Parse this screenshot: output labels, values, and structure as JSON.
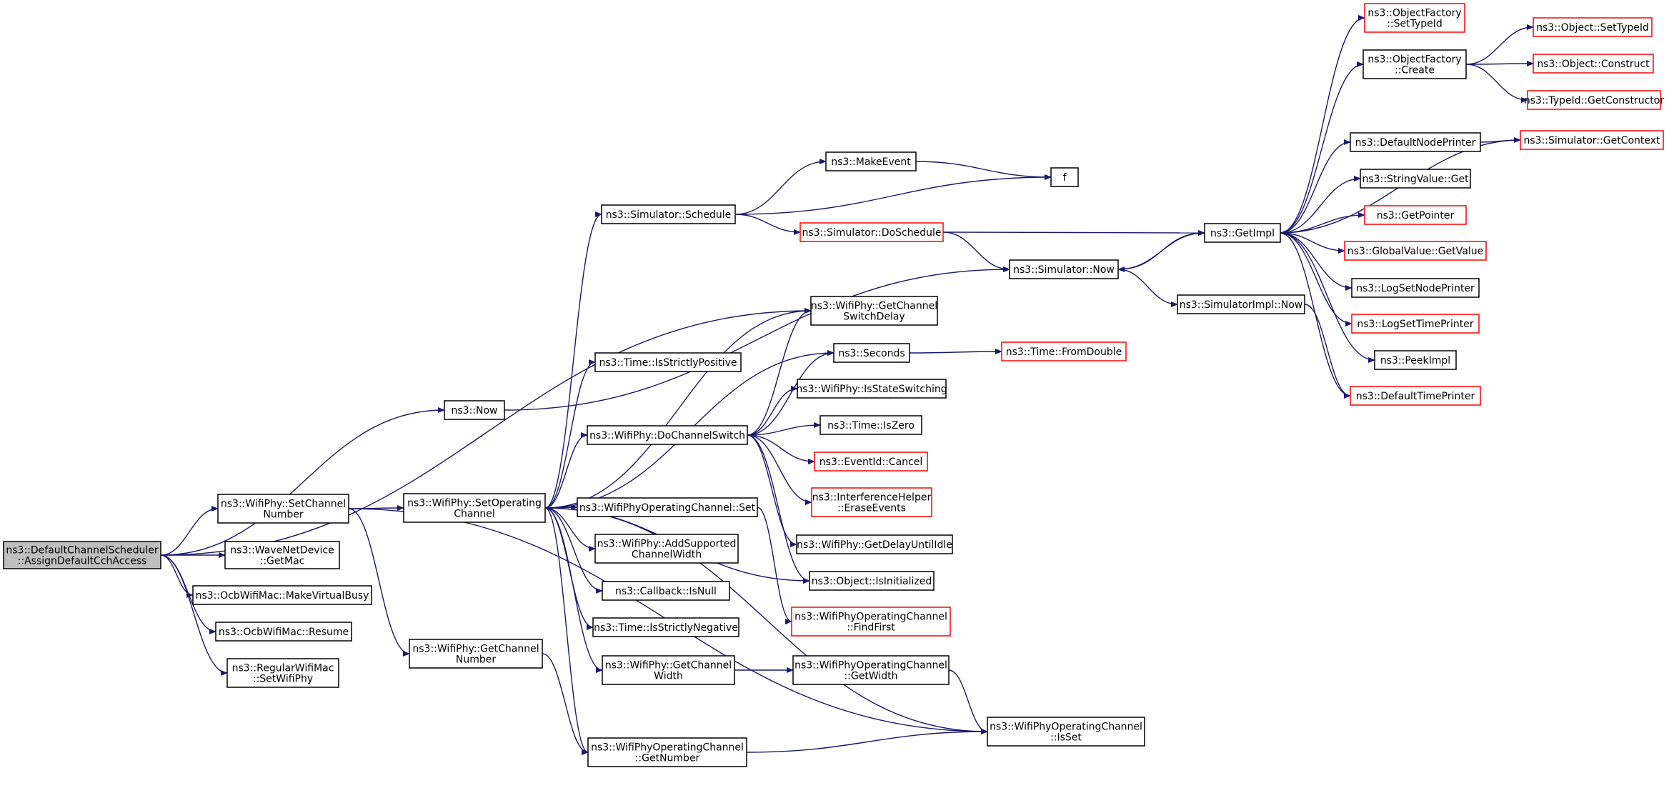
{
  "graph": {
    "nodes": [
      {
        "id": "root",
        "lines": [
          "ns3::DefaultChannelScheduler",
          "::AssignDefaultCchAccess"
        ],
        "color": "root"
      },
      {
        "id": "setChannelNumber",
        "lines": [
          "ns3::WifiPhy::SetChannel",
          "Number"
        ],
        "color": "black"
      },
      {
        "id": "getMacWave",
        "lines": [
          "ns3::WaveNetDevice",
          "::GetMac"
        ],
        "color": "black"
      },
      {
        "id": "makeVirtualBusy",
        "lines": [
          "ns3::OcbWifiMac::MakeVirtualBusy"
        ],
        "color": "black"
      },
      {
        "id": "resume",
        "lines": [
          "ns3::OcbWifiMac::Resume"
        ],
        "color": "black"
      },
      {
        "id": "setWifiPhy",
        "lines": [
          "ns3::RegularWifiMac",
          "::SetWifiPhy"
        ],
        "color": "black"
      },
      {
        "id": "now",
        "lines": [
          "ns3::Now"
        ],
        "color": "black"
      },
      {
        "id": "setOperatingChannel",
        "lines": [
          "ns3::WifiPhy::SetOperating",
          "Channel"
        ],
        "color": "black"
      },
      {
        "id": "getChannelNumber",
        "lines": [
          "ns3::WifiPhy::GetChannel",
          "Number"
        ],
        "color": "black"
      },
      {
        "id": "schedule",
        "lines": [
          "ns3::Simulator::Schedule"
        ],
        "color": "black"
      },
      {
        "id": "timeIsStrictlyPositive",
        "lines": [
          "ns3::Time::IsStrictlyPositive"
        ],
        "color": "black"
      },
      {
        "id": "doChannelSwitch",
        "lines": [
          "ns3::WifiPhy::DoChannelSwitch"
        ],
        "color": "black"
      },
      {
        "id": "wpocSet",
        "lines": [
          "ns3::WifiPhyOperatingChannel::Set"
        ],
        "color": "black"
      },
      {
        "id": "addSupportedChannelWidth",
        "lines": [
          "ns3::WifiPhy::AddSupported",
          "ChannelWidth"
        ],
        "color": "black"
      },
      {
        "id": "callbackIsNull",
        "lines": [
          "ns3::Callback::IsNull"
        ],
        "color": "black"
      },
      {
        "id": "timeIsStrictlyNegative",
        "lines": [
          "ns3::Time::IsStrictlyNegative"
        ],
        "color": "black"
      },
      {
        "id": "getChannelWidth",
        "lines": [
          "ns3::WifiPhy::GetChannel",
          "Width"
        ],
        "color": "black"
      },
      {
        "id": "wpocGetNumber",
        "lines": [
          "ns3::WifiPhyOperatingChannel",
          "::GetNumber"
        ],
        "color": "black"
      },
      {
        "id": "makeEvent",
        "lines": [
          "ns3::MakeEvent"
        ],
        "color": "black"
      },
      {
        "id": "doSchedule",
        "lines": [
          "ns3::Simulator::DoSchedule"
        ],
        "color": "red"
      },
      {
        "id": "getChannelSwitchDelay",
        "lines": [
          "ns3::WifiPhy::GetChannel",
          "SwitchDelay"
        ],
        "color": "black"
      },
      {
        "id": "seconds",
        "lines": [
          "ns3::Seconds"
        ],
        "color": "black"
      },
      {
        "id": "isStateSwitching",
        "lines": [
          "ns3::WifiPhy::IsStateSwitching"
        ],
        "color": "black"
      },
      {
        "id": "timeIsZero",
        "lines": [
          "ns3::Time::IsZero"
        ],
        "color": "black"
      },
      {
        "id": "eventIdCancel",
        "lines": [
          "ns3::EventId::Cancel"
        ],
        "color": "red"
      },
      {
        "id": "eraseEvents",
        "lines": [
          "ns3::InterferenceHelper",
          "::EraseEvents"
        ],
        "color": "red"
      },
      {
        "id": "getDelayUntilIdle",
        "lines": [
          "ns3::WifiPhy::GetDelayUntilIdle"
        ],
        "color": "black"
      },
      {
        "id": "objectIsInitialized",
        "lines": [
          "ns3::Object::IsInitialized"
        ],
        "color": "black"
      },
      {
        "id": "findFirst",
        "lines": [
          "ns3::WifiPhyOperatingChannel",
          "::FindFirst"
        ],
        "color": "red"
      },
      {
        "id": "wpocGetWidth",
        "lines": [
          "ns3::WifiPhyOperatingChannel",
          "::GetWidth"
        ],
        "color": "black"
      },
      {
        "id": "wpocIsSet",
        "lines": [
          "ns3::WifiPhyOperatingChannel",
          "::IsSet"
        ],
        "color": "black"
      },
      {
        "id": "f",
        "lines": [
          "f"
        ],
        "color": "black"
      },
      {
        "id": "simulatorNow",
        "lines": [
          "ns3::Simulator::Now"
        ],
        "color": "black"
      },
      {
        "id": "timeFromDouble",
        "lines": [
          "ns3::Time::FromDouble"
        ],
        "color": "red"
      },
      {
        "id": "getImpl",
        "lines": [
          "ns3::GetImpl"
        ],
        "color": "black"
      },
      {
        "id": "simulatorImplNow",
        "lines": [
          "ns3::SimulatorImpl::Now"
        ],
        "color": "black"
      },
      {
        "id": "ofSetTypeId",
        "lines": [
          "ns3::ObjectFactory",
          "::SetTypeId"
        ],
        "color": "red"
      },
      {
        "id": "ofCreate",
        "lines": [
          "ns3::ObjectFactory",
          "::Create"
        ],
        "color": "black"
      },
      {
        "id": "defaultNodePrinter",
        "lines": [
          "ns3::DefaultNodePrinter"
        ],
        "color": "black"
      },
      {
        "id": "stringValueGet",
        "lines": [
          "ns3::StringValue::Get"
        ],
        "color": "black"
      },
      {
        "id": "getPointer",
        "lines": [
          "ns3::GetPointer"
        ],
        "color": "red"
      },
      {
        "id": "globalValueGetValue",
        "lines": [
          "ns3::GlobalValue::GetValue"
        ],
        "color": "red"
      },
      {
        "id": "logSetNodePrinter",
        "lines": [
          "ns3::LogSetNodePrinter"
        ],
        "color": "black"
      },
      {
        "id": "logSetTimePrinter",
        "lines": [
          "ns3::LogSetTimePrinter"
        ],
        "color": "red"
      },
      {
        "id": "peekImpl",
        "lines": [
          "ns3::PeekImpl"
        ],
        "color": "black"
      },
      {
        "id": "defaultTimePrinter",
        "lines": [
          "ns3::DefaultTimePrinter"
        ],
        "color": "red"
      },
      {
        "id": "objectSetTypeId",
        "lines": [
          "ns3::Object::SetTypeId"
        ],
        "color": "red"
      },
      {
        "id": "objectConstruct",
        "lines": [
          "ns3::Object::Construct"
        ],
        "color": "red"
      },
      {
        "id": "typeIdGetConstructor",
        "lines": [
          "ns3::TypeId::GetConstructor"
        ],
        "color": "red"
      },
      {
        "id": "simulatorGetContext",
        "lines": [
          "ns3::Simulator::GetContext"
        ],
        "color": "red"
      }
    ],
    "edges": [
      [
        "root",
        "setChannelNumber"
      ],
      [
        "root",
        "getMacWave"
      ],
      [
        "root",
        "makeVirtualBusy"
      ],
      [
        "root",
        "resume"
      ],
      [
        "root",
        "setWifiPhy"
      ],
      [
        "root",
        "now"
      ],
      [
        "root",
        "getChannelSwitchDelay"
      ],
      [
        "setChannelNumber",
        "setOperatingChannel"
      ],
      [
        "setChannelNumber",
        "getChannelNumber"
      ],
      [
        "setChannelNumber",
        "wpocIsSet"
      ],
      [
        "now",
        "simulatorNow"
      ],
      [
        "setOperatingChannel",
        "schedule"
      ],
      [
        "setOperatingChannel",
        "timeIsStrictlyPositive"
      ],
      [
        "setOperatingChannel",
        "doChannelSwitch"
      ],
      [
        "setOperatingChannel",
        "wpocSet"
      ],
      [
        "setOperatingChannel",
        "addSupportedChannelWidth"
      ],
      [
        "setOperatingChannel",
        "callbackIsNull"
      ],
      [
        "setOperatingChannel",
        "timeIsStrictlyNegative"
      ],
      [
        "setOperatingChannel",
        "getChannelWidth"
      ],
      [
        "setOperatingChannel",
        "wpocGetNumber"
      ],
      [
        "setOperatingChannel",
        "getChannelSwitchDelay"
      ],
      [
        "setOperatingChannel",
        "seconds"
      ],
      [
        "setOperatingChannel",
        "objectIsInitialized"
      ],
      [
        "setOperatingChannel",
        "wpocIsSet"
      ],
      [
        "getChannelNumber",
        "wpocGetNumber"
      ],
      [
        "schedule",
        "makeEvent"
      ],
      [
        "schedule",
        "doSchedule"
      ],
      [
        "schedule",
        "f"
      ],
      [
        "makeEvent",
        "f"
      ],
      [
        "doSchedule",
        "getImpl"
      ],
      [
        "doSchedule",
        "simulatorNow"
      ],
      [
        "doChannelSwitch",
        "getChannelSwitchDelay"
      ],
      [
        "doChannelSwitch",
        "seconds"
      ],
      [
        "doChannelSwitch",
        "isStateSwitching"
      ],
      [
        "doChannelSwitch",
        "timeIsZero"
      ],
      [
        "doChannelSwitch",
        "eventIdCancel"
      ],
      [
        "doChannelSwitch",
        "eraseEvents"
      ],
      [
        "doChannelSwitch",
        "getDelayUntilIdle"
      ],
      [
        "doChannelSwitch",
        "objectIsInitialized"
      ],
      [
        "wpocSet",
        "findFirst"
      ],
      [
        "getChannelWidth",
        "wpocGetWidth"
      ],
      [
        "wpocGetWidth",
        "wpocIsSet"
      ],
      [
        "wpocGetNumber",
        "wpocIsSet"
      ],
      [
        "seconds",
        "timeFromDouble"
      ],
      [
        "simulatorNow",
        "getImpl"
      ],
      [
        "simulatorNow",
        "simulatorImplNow"
      ],
      [
        "getImpl",
        "simulatorNow"
      ],
      [
        "getImpl",
        "ofSetTypeId"
      ],
      [
        "getImpl",
        "ofCreate"
      ],
      [
        "getImpl",
        "defaultNodePrinter"
      ],
      [
        "getImpl",
        "stringValueGet"
      ],
      [
        "getImpl",
        "getPointer"
      ],
      [
        "getImpl",
        "globalValueGetValue"
      ],
      [
        "getImpl",
        "logSetNodePrinter"
      ],
      [
        "getImpl",
        "logSetTimePrinter"
      ],
      [
        "getImpl",
        "peekImpl"
      ],
      [
        "getImpl",
        "defaultTimePrinter"
      ],
      [
        "simulatorImplNow",
        "defaultTimePrinter"
      ],
      [
        "ofCreate",
        "objectSetTypeId"
      ],
      [
        "ofCreate",
        "objectConstruct"
      ],
      [
        "ofCreate",
        "typeIdGetConstructor"
      ],
      [
        "defaultNodePrinter",
        "simulatorGetContext"
      ],
      [
        "simulatorGetContext",
        "getImpl"
      ]
    ]
  }
}
